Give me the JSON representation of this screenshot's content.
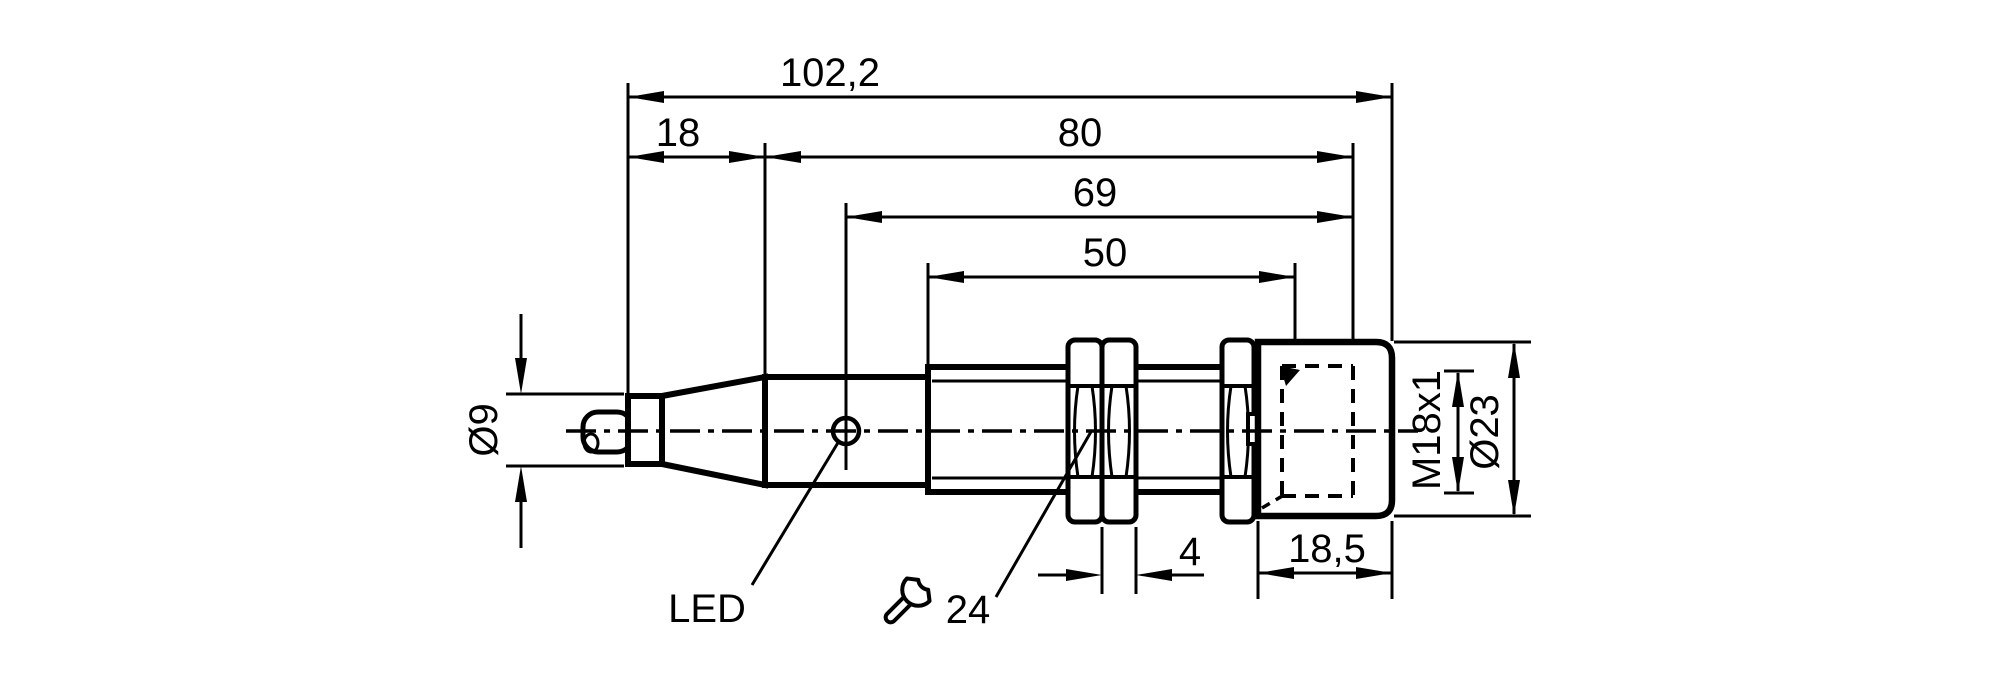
{
  "drawing": {
    "kind": "sensor-dimensional-drawing",
    "colors": {
      "line": "#000000",
      "background": "#ffffff"
    },
    "dimensions": {
      "overall_length": "102,2",
      "rear_section_length": "18",
      "length_to_connector_face": "80",
      "length_from_led": "69",
      "thread_length": "50",
      "nut_thickness": "4",
      "connector_block_length": "18,5",
      "cable_gland_diameter": "Ø9",
      "thread_spec": "M18x1",
      "head_diameter": "Ø23",
      "wrench_size": "24"
    },
    "labels": {
      "led": "LED"
    },
    "icons": {
      "wrench": "open-end-wrench-icon"
    }
  }
}
